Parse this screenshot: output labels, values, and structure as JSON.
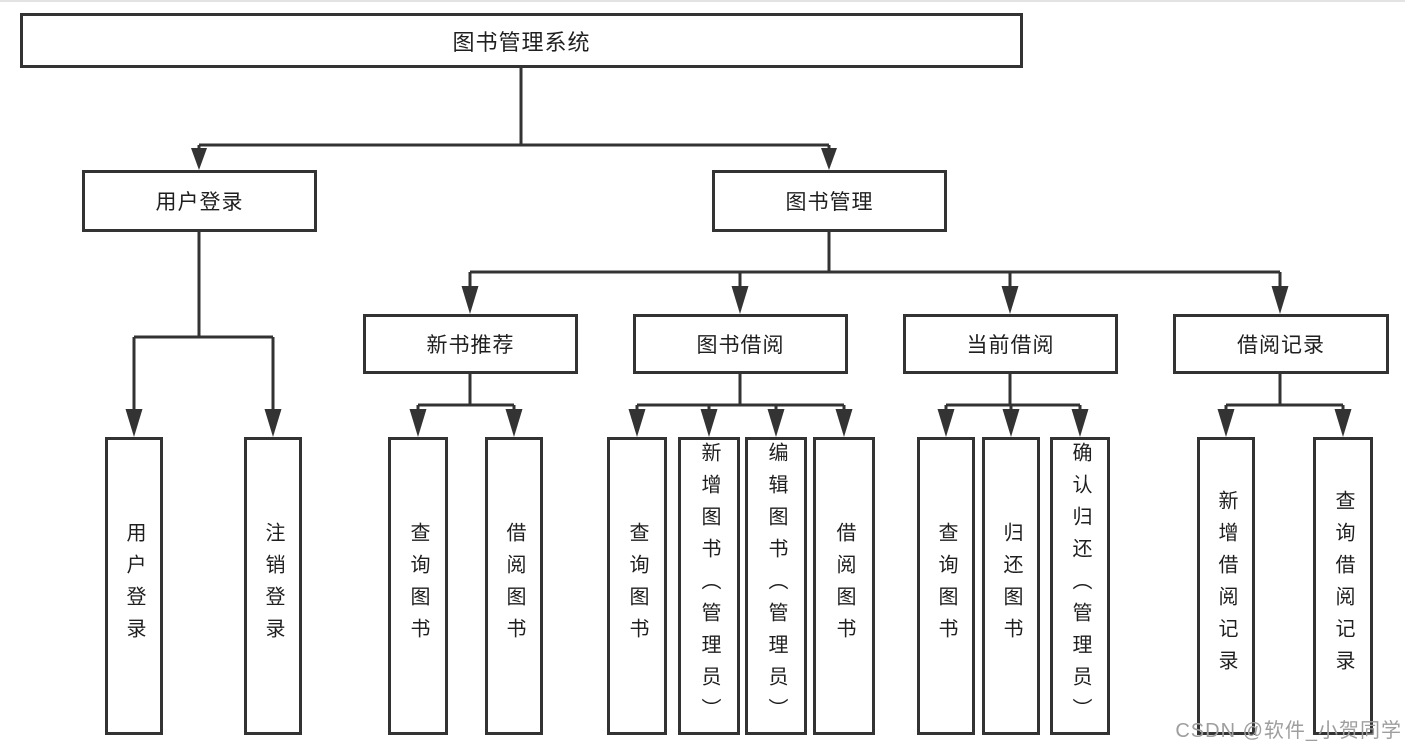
{
  "diagram": {
    "root": {
      "label": "图书管理系统"
    },
    "level2": [
      {
        "label": "用户登录"
      },
      {
        "label": "图书管理"
      }
    ],
    "level3": [
      {
        "label": "新书推荐"
      },
      {
        "label": "图书借阅"
      },
      {
        "label": "当前借阅"
      },
      {
        "label": "借阅记录"
      }
    ],
    "leaf_groups": [
      {
        "parent": "用户登录",
        "items": [
          {
            "label": "用户登录"
          },
          {
            "label": "注销登录"
          }
        ]
      },
      {
        "parent": "新书推荐",
        "items": [
          {
            "label": "查询图书"
          },
          {
            "label": "借阅图书"
          }
        ]
      },
      {
        "parent": "图书借阅",
        "items": [
          {
            "label": "查询图书"
          },
          {
            "label": "新增图书（管理员）"
          },
          {
            "label": "编辑图书（管理员）"
          },
          {
            "label": "借阅图书"
          }
        ]
      },
      {
        "parent": "当前借阅",
        "items": [
          {
            "label": "查询图书"
          },
          {
            "label": "归还图书"
          },
          {
            "label": "确认归还（管理员）"
          }
        ]
      },
      {
        "parent": "借阅记录",
        "items": [
          {
            "label": "新增借阅记录"
          },
          {
            "label": "查询借阅记录"
          }
        ]
      }
    ],
    "colors": {
      "line": "#333333",
      "text": "#1f1f1f"
    }
  },
  "watermark": {
    "text": "CSDN @软件_小贺同学",
    "color": "#9e9e9e"
  }
}
